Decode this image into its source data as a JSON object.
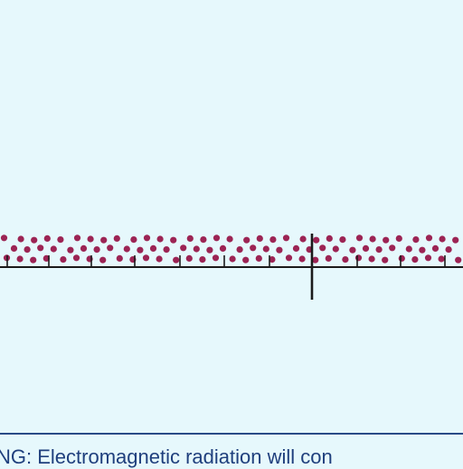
{
  "colors": {
    "background": "#e6f8fc",
    "particle": "#9c2454",
    "axis": "#1b1b1b",
    "divider": "#2a4b86",
    "caption": "#1f3f7d"
  },
  "caption": {
    "text": "NG: Electromagnetic radiation will con"
  },
  "diagram": {
    "particle_rows": 3,
    "tick_count": 11,
    "center_marker": true
  }
}
